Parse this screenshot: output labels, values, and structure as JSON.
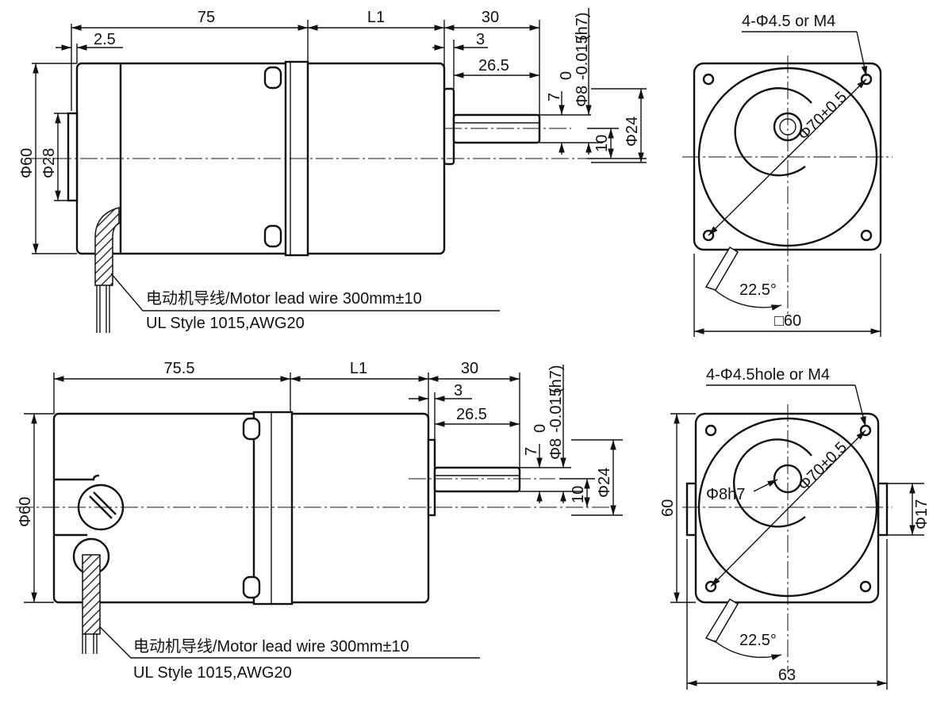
{
  "top_side": {
    "dim_length": "75",
    "dim_l1": "L1",
    "dim_shaft": "30",
    "dim_flange_offset": "2.5",
    "dim_step": "3",
    "dim_flat": "26.5",
    "dim_shaft_dia": "Φ8",
    "dim_tol_upper": "0",
    "dim_tol_lower": "-0.015",
    "dim_fit": "(h7)",
    "dim_7": "7",
    "dim_10": "10",
    "dim_pilot": "Φ24",
    "dim_body_dia": "Φ60",
    "dim_rear_boss": "Φ28",
    "lead_wire": "电动机导线/Motor lead wire 300mm±10",
    "wire_spec": "UL Style 1015,AWG20"
  },
  "top_front": {
    "holes": "4-Φ4.5 or M4",
    "pcd": "Φ70±0.5",
    "angle": "22.5°",
    "square": "□60"
  },
  "bottom_side": {
    "dim_length": "75.5",
    "dim_l1": "L1",
    "dim_shaft": "30",
    "dim_step": "3",
    "dim_flat": "26.5",
    "dim_shaft_dia": "Φ8",
    "dim_tol_upper": "0",
    "dim_tol_lower": "-0.015",
    "dim_fit": "(h7)",
    "dim_7": "7",
    "dim_10": "10",
    "dim_pilot": "Φ24",
    "dim_body_dia": "Φ60",
    "lead_wire": "电动机导线/Motor lead wire 300mm±10",
    "wire_spec": "UL Style 1015,AWG20"
  },
  "bottom_front": {
    "holes": "4-Φ4.5hole or M4",
    "pcd": "Φ70±0.5",
    "shaft": "Φ8h7",
    "boss": "Φ17",
    "height": "60",
    "width": "63",
    "angle": "22.5°"
  }
}
